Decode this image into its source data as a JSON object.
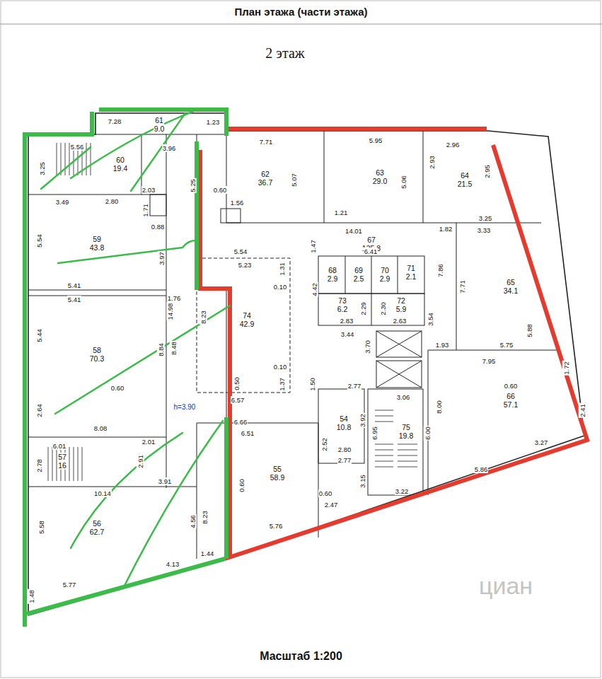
{
  "diagram": {
    "title": "План этажа (части этажа)",
    "caption": "Масштаб 1:200",
    "nodes": [
      {
        "text": [
          "61",
          "9.0"
        ]
      },
      {
        "text": [
          "60",
          "19.4"
        ]
      },
      {
        "text": [
          "59",
          "43.8"
        ]
      },
      {
        "text": [
          "58",
          "70.3"
        ]
      },
      {
        "text": [
          "57",
          "16"
        ]
      },
      {
        "text": [
          "56",
          "62.7"
        ]
      },
      {
        "text": [
          "62",
          "36.7"
        ]
      },
      {
        "text": [
          "63",
          "29.0"
        ]
      },
      {
        "text": [
          "64",
          "21.5"
        ]
      },
      {
        "text": [
          "67",
          "135.8"
        ]
      },
      {
        "text": [
          "68",
          "2.9"
        ]
      },
      {
        "text": [
          "69",
          "2.5"
        ]
      },
      {
        "text": [
          "70",
          "2.9"
        ]
      },
      {
        "text": [
          "71",
          "2.1"
        ]
      },
      {
        "text": [
          "73",
          "6.2"
        ]
      },
      {
        "text": [
          "72",
          "5.9"
        ]
      },
      {
        "text": [
          "65",
          "34.1"
        ]
      },
      {
        "text": [
          "74",
          "42.9"
        ]
      },
      {
        "text": [
          "66",
          "57.1"
        ]
      },
      {
        "text": [
          "54",
          "10.8"
        ]
      },
      {
        "text": [
          "75",
          "19.8"
        ]
      },
      {
        "text": [
          "55",
          "58.9"
        ]
      }
    ],
    "labels": [
      "2 этаж",
      "7.28",
      "1.23",
      "5.56",
      "3.25",
      "3.96",
      "7.71",
      "5.95",
      "2.96",
      "5.25",
      "5.07",
      "5.06",
      "2.93",
      "2.95",
      "2.03",
      "3.49",
      "2.80",
      "1.71",
      "0.88",
      "5.54",
      "3.97",
      "1.56",
      "0.60",
      "1.21",
      "14.01",
      "1.82",
      "3.25",
      "3.33",
      "5.54",
      "6.41",
      "5.23",
      "1.31",
      "1.47",
      "5.41",
      "5.41",
      "1.76",
      "14.98",
      "4.42",
      "7.86",
      "7.71",
      "0.10",
      "5.44",
      "8.84",
      "8.48",
      "8.23",
      "0.60",
      "2.83",
      "2.29",
      "2.30",
      "2.63",
      "3.54",
      "3.44",
      "3.70",
      "1.93",
      "5.75",
      "5.88",
      "7.95",
      "0.10",
      "h=3.90",
      "0.50",
      "1.37",
      "1.50",
      "2.64",
      "8.08",
      "6.57",
      "2.77",
      "3.06",
      "8.00",
      "3.92",
      "0.60",
      "1.72",
      "2.41",
      "6.01",
      "2.78",
      "2.01",
      "2.91",
      "6.66",
      "6.51",
      "2.52",
      "2.80",
      "2.77",
      "6.95",
      "6.00",
      "3.27",
      "3.91",
      "10.14",
      "4.56",
      "8.23",
      "0.60",
      "3.15",
      "3.22",
      "5.86",
      "0.60",
      "2.47",
      "5.58",
      "1.44",
      "4.13",
      "5.76",
      "5.77",
      "1.48",
      "циан"
    ]
  }
}
